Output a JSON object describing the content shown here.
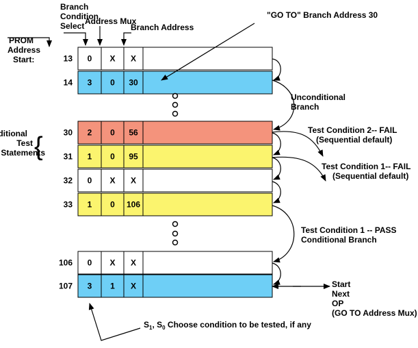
{
  "header_labels": {
    "branch_condition_select": [
      "Branch",
      "Condition",
      "Select"
    ],
    "address_mux": "Address Mux",
    "branch_address": "Branch Address",
    "prom_address_start": [
      "PROM",
      "Address",
      "Start:"
    ]
  },
  "rows": [
    {
      "address": "13",
      "cells": [
        "0",
        "X",
        "X"
      ],
      "color": "#ffffff"
    },
    {
      "address": "14",
      "cells": [
        "3",
        "0",
        "30"
      ],
      "color": "#6ecff6"
    },
    {
      "address": "30",
      "cells": [
        "2",
        "0",
        "56"
      ],
      "color": "#f4937c"
    },
    {
      "address": "31",
      "cells": [
        "1",
        "0",
        "95"
      ],
      "color": "#fbf46e"
    },
    {
      "address": "32",
      "cells": [
        "0",
        "X",
        "X"
      ],
      "color": "#ffffff"
    },
    {
      "address": "33",
      "cells": [
        "1",
        "0",
        "106"
      ],
      "color": "#fbf46e"
    },
    {
      "address": "106",
      "cells": [
        "0",
        "X",
        "X"
      ],
      "color": "#ffffff"
    },
    {
      "address": "107",
      "cells": [
        "3",
        "1",
        "X"
      ],
      "color": "#6ecff6"
    }
  ],
  "annotations": {
    "goto_branch": "\"GO TO\" Branch Address 30",
    "unconditional_branch": [
      "Unconditional",
      "Branch"
    ],
    "conditional_test_statements": [
      "Conditional",
      "Test",
      "Statements"
    ],
    "test_condition_2_fail": [
      "Test Condition 2-- FAIL",
      "(Sequential default)"
    ],
    "test_condition_1_fail": [
      "Test Condition 1-- FAIL",
      "(Sequential default)"
    ],
    "test_condition_1_pass": [
      "Test Condition 1 -- PASS",
      "Conditional Branch"
    ],
    "start_next_op": [
      "Start",
      "Next",
      "OP",
      "(GO TO Address Mux)"
    ],
    "select_note": {
      "s1": "S",
      "s1_sub": "1",
      "sep": ", S",
      "s0_sub": "0",
      "rest": " Choose condition to be tested, if any"
    }
  }
}
